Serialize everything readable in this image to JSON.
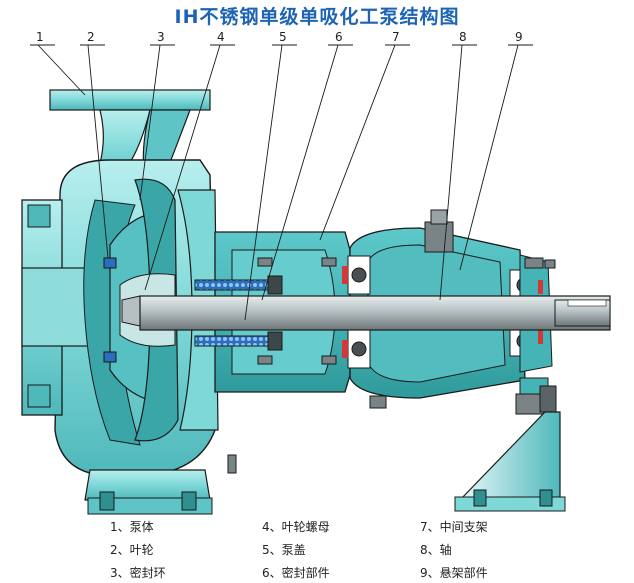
{
  "title": "IH不锈钢单级单吸化工泵结构图",
  "callout_numbers": [
    "1",
    "2",
    "3",
    "4",
    "5",
    "6",
    "7",
    "8",
    "9"
  ],
  "legend": [
    "1、泵体",
    "2、叶轮",
    "3、密封环",
    "4、叶轮螺母",
    "5、泵盖",
    "6、密封部件",
    "7、中间支架",
    "8、轴",
    "9、悬架部件"
  ],
  "colors": {
    "title": "#1e64b4",
    "casing": "#7fd8d8",
    "casing_dark": "#3aa6a8",
    "outline": "#1a1a1a",
    "shaft": "#9aa6a8",
    "seal": "#2a6fbe",
    "bearing_red": "#d03a3a"
  }
}
